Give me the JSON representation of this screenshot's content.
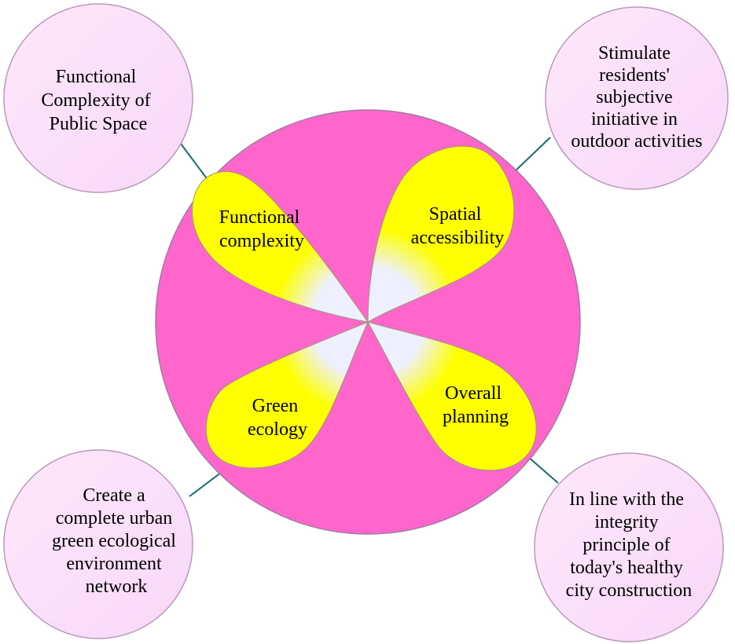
{
  "colors": {
    "main_circle": "#ff66cc",
    "petal_yellow": "#ffff00",
    "petal_center": "#eef0ff",
    "outer_circle_fill": "#f8d8f8",
    "outer_circle_stroke": "#b89ab8",
    "connector": "#1a6b6b"
  },
  "petals": [
    {
      "id": "functional-complexity",
      "label": [
        "Functional",
        "complexity"
      ]
    },
    {
      "id": "spatial-accessibility",
      "label": [
        "Spatial",
        "accessibility"
      ]
    },
    {
      "id": "green-ecology",
      "label": [
        "Green",
        "ecology"
      ]
    },
    {
      "id": "overall-planning",
      "label": [
        "Overall",
        "planning"
      ]
    }
  ],
  "outer_nodes": [
    {
      "id": "public-space",
      "label": [
        "Functional",
        "Complexity of",
        "Public Space"
      ]
    },
    {
      "id": "stimulate-residents",
      "label": [
        "Stimulate",
        "residents'",
        "subjective",
        "initiative in",
        "outdoor activities"
      ]
    },
    {
      "id": "urban-green-network",
      "label": [
        "Create a",
        "complete urban",
        "green ecological",
        "environment",
        "network"
      ]
    },
    {
      "id": "healthy-city",
      "label": [
        "In line with the",
        "integrity",
        "principle of",
        "today's healthy",
        "city construction"
      ]
    }
  ]
}
